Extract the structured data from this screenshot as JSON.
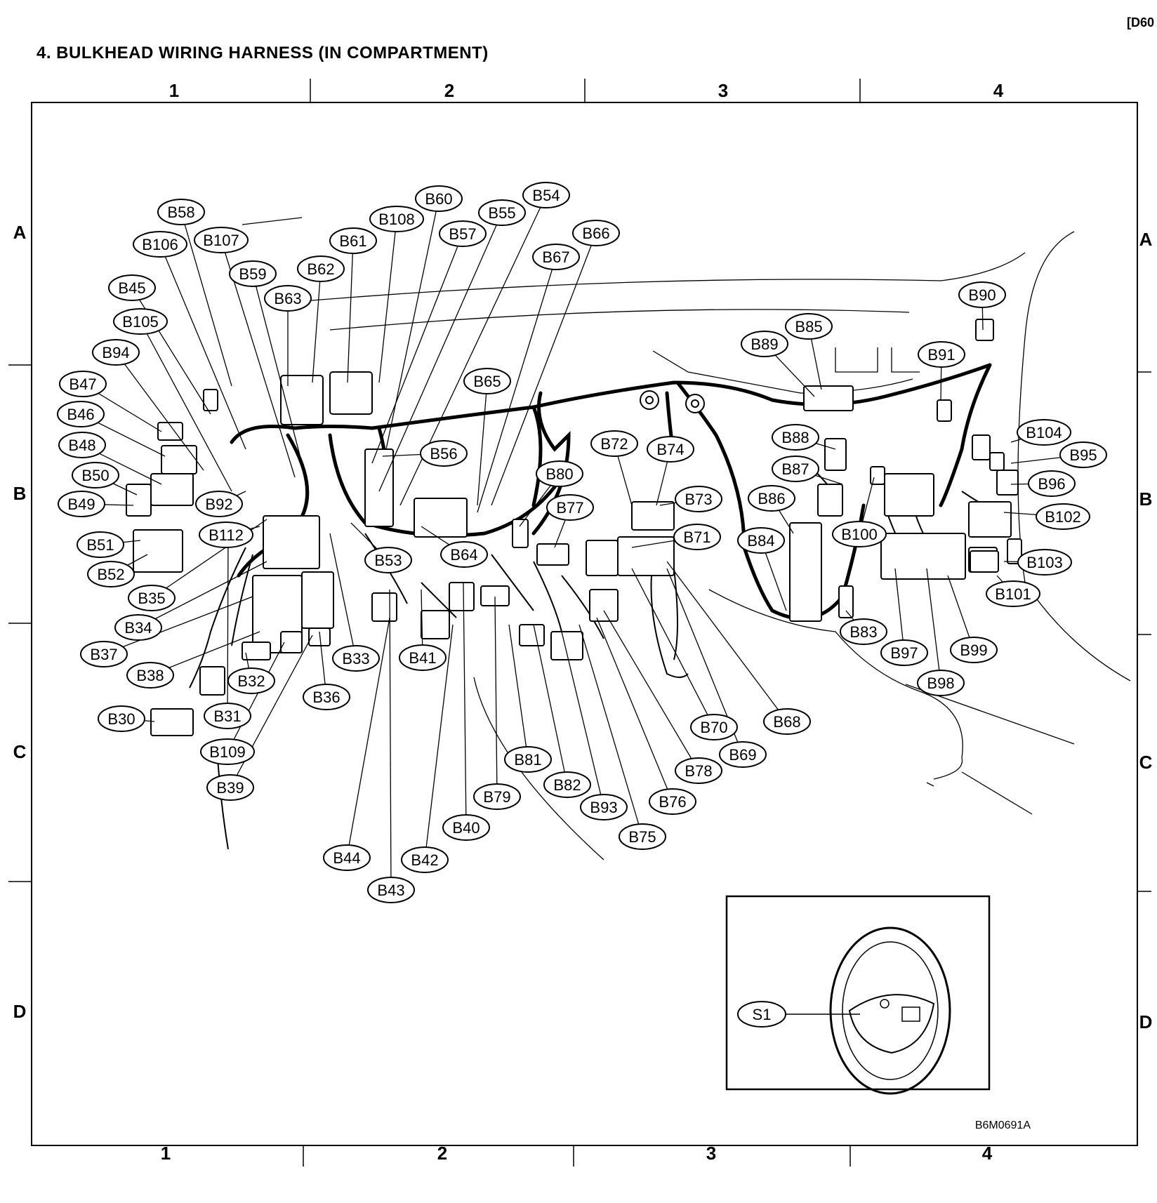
{
  "page": {
    "corner": "[D60",
    "title": "4. BULKHEAD WIRING HARNESS (IN COMPARTMENT)",
    "code": "B6M0691A"
  },
  "grid": {
    "columns": [
      "1",
      "2",
      "3",
      "4"
    ],
    "rows": [
      "A",
      "B",
      "C",
      "D"
    ]
  },
  "connectors": [
    "B58",
    "B106",
    "B107",
    "B59",
    "B45",
    "B105",
    "B94",
    "B47",
    "B46",
    "B48",
    "B50",
    "B49",
    "B92",
    "B112",
    "B51",
    "B52",
    "B35",
    "B34",
    "B37",
    "B38",
    "B30",
    "B31",
    "B32",
    "B109",
    "B39",
    "B36",
    "B33",
    "B60",
    "B108",
    "B61",
    "B62",
    "B63",
    "B57",
    "B55",
    "B54",
    "B56",
    "B53",
    "B65",
    "B64",
    "B66",
    "B67",
    "B80",
    "B77",
    "B72",
    "B74",
    "B73",
    "B71",
    "B41",
    "B40",
    "B44",
    "B43",
    "B42",
    "B79",
    "B81",
    "B82",
    "B93",
    "B75",
    "B76",
    "B78",
    "B69",
    "B70",
    "B68",
    "B85",
    "B89",
    "B88",
    "B87",
    "B86",
    "B84",
    "B83",
    "B100",
    "B91",
    "B90",
    "B104",
    "B95",
    "B96",
    "B102",
    "B103",
    "B101",
    "B97",
    "B99",
    "B98"
  ],
  "inset_label": "S1"
}
